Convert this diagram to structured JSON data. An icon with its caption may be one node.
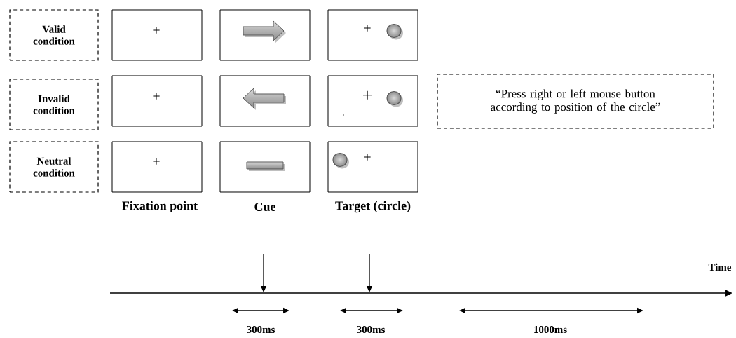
{
  "diagram": {
    "nodes": [
      {
        "text": [
          "Valid condition"
        ]
      },
      {
        "text": [
          "Invalid condition"
        ]
      },
      {
        "text": [
          "Neutral condition"
        ]
      },
      {
        "text": [
          "+"
        ]
      },
      {
        "text": [
          "+"
        ]
      },
      {
        "text": [
          "+"
        ]
      },
      {
        "text": [
          "+"
        ]
      },
      {
        "text": [
          "+"
        ]
      },
      {
        "text": [
          "+"
        ]
      },
      {
        "text": [],
        "shape": "box"
      },
      {
        "text": [],
        "shape": "box"
      },
      {
        "text": [],
        "shape": "box"
      },
      {
        "text": [
          "“Press right or left mouse button according to position of the circle”"
        ]
      }
    ],
    "labels": [
      "Fixation point",
      "Cue",
      "Target (circle)",
      "Time",
      "300ms",
      "300ms",
      "1000ms"
    ]
  }
}
